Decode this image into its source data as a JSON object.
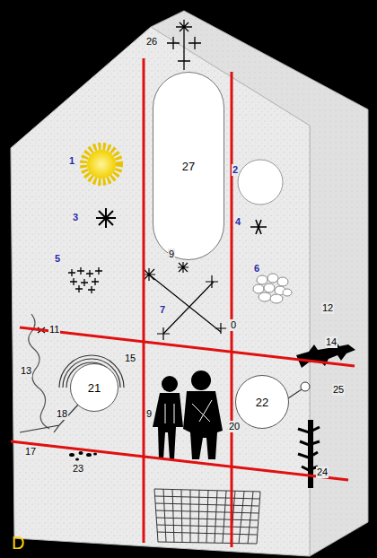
{
  "diagram": {
    "nodes": [
      {
        "text": [
          "27"
        ]
      },
      {
        "text": [
          "21"
        ]
      },
      {
        "text": [
          "22"
        ]
      }
    ],
    "labels": [
      "26",
      "1",
      "2",
      "3",
      "4",
      "5",
      "9",
      "6",
      "7",
      "0",
      "12",
      "11",
      "14",
      "13",
      "15",
      "25",
      "18",
      "9",
      "20",
      "17",
      "23",
      "24",
      "D"
    ]
  }
}
